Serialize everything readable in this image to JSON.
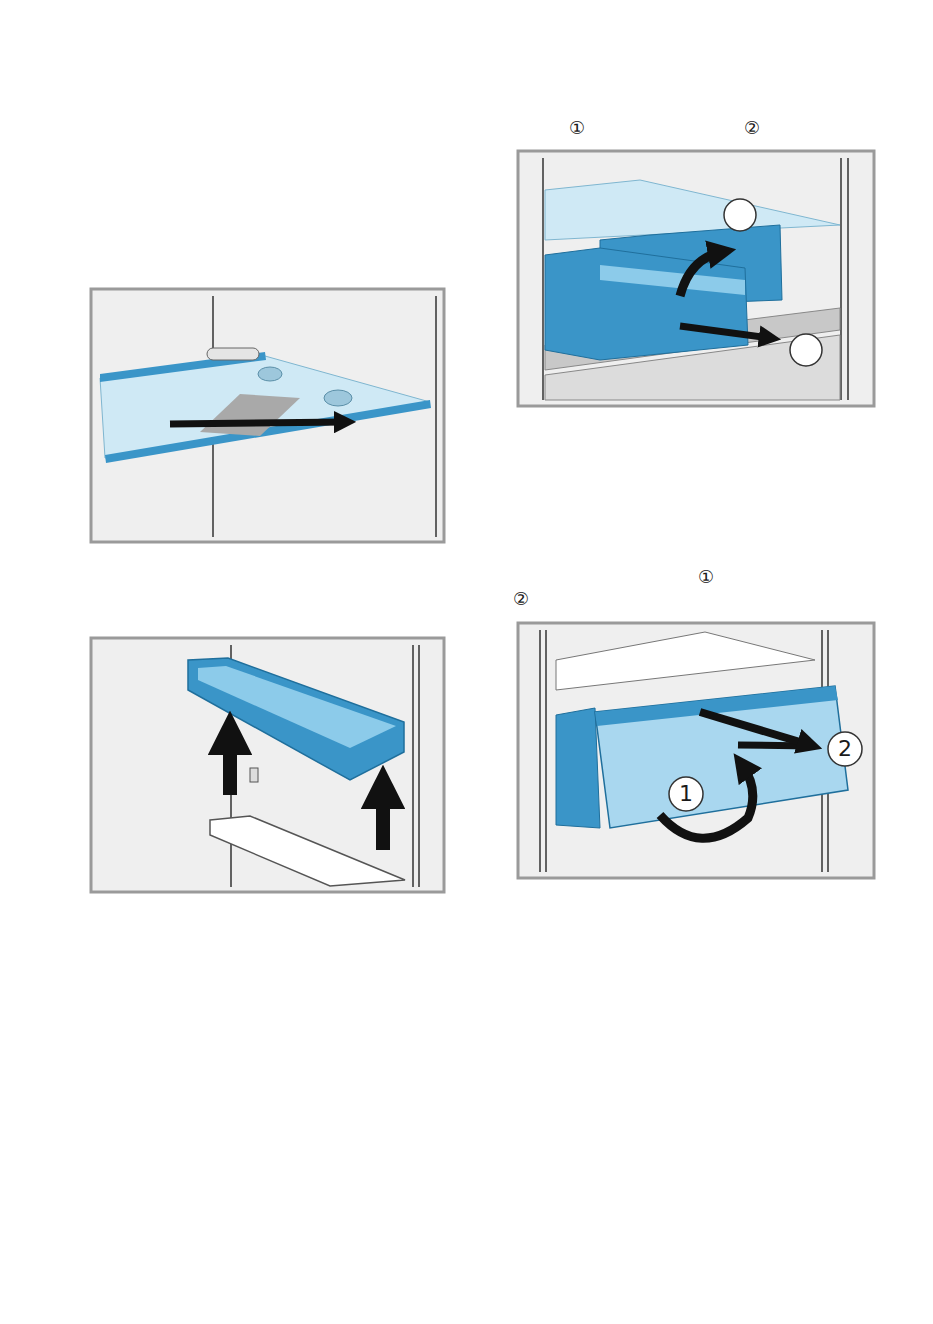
{
  "diagram": {
    "labels": [
      "①",
      "②",
      "①",
      "②",
      "1",
      "2"
    ]
  }
}
